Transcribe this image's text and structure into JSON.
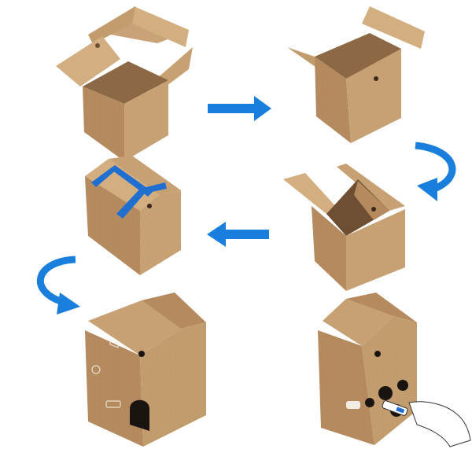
{
  "figure": {
    "steps": [
      {
        "id": 1,
        "state": "box-open"
      },
      {
        "id": 2,
        "state": "flaps-folding-in"
      },
      {
        "id": 3,
        "state": "roof-flaps-raised"
      },
      {
        "id": 4,
        "state": "roof-taped"
      },
      {
        "id": 5,
        "state": "finished-house-front"
      },
      {
        "id": 6,
        "state": "finished-house-punching-holes"
      }
    ],
    "arrows": [
      {
        "from": 1,
        "to": 2,
        "direction": "right"
      },
      {
        "from": 2,
        "to": 3,
        "direction": "curve-down"
      },
      {
        "from": 3,
        "to": 4,
        "direction": "left"
      },
      {
        "from": 4,
        "to": 5,
        "direction": "curve-down"
      }
    ]
  },
  "colors": {
    "background": "#ffffff",
    "cardboard_front": "#b48a5e",
    "cardboard_side": "#c7a173",
    "cardboard_top": "#d2ae80",
    "cardboard_inside": "#8d6845",
    "cardboard_dark": "#6e4f33",
    "tape": "#1e6fd0",
    "arrow": "#1a7fdc",
    "print_white": "#f3ece2",
    "hole": "#1a1410"
  },
  "icons": {
    "arrow": "arrow-icon",
    "hand": "hand-icon",
    "knife": "utility-knife-icon"
  }
}
